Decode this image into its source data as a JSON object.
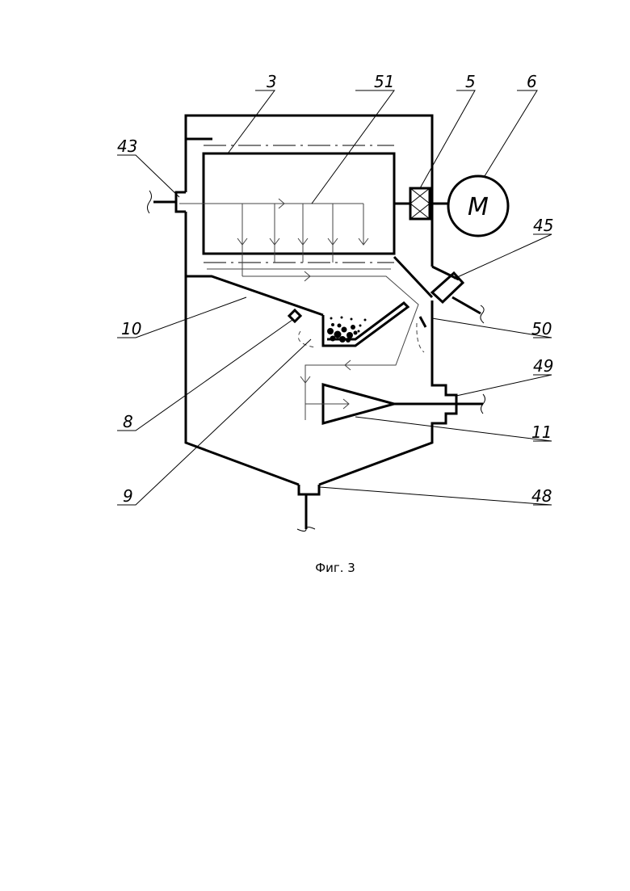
{
  "figure": {
    "caption": "Фиг. 3",
    "motor_symbol": "M",
    "labels": {
      "l3": "3",
      "l51": "51",
      "l5": "5",
      "l6": "6",
      "l43": "43",
      "l45": "45",
      "l10": "10",
      "l50": "50",
      "l49": "49",
      "l8": "8",
      "l11": "11",
      "l9": "9",
      "l48": "48"
    }
  }
}
